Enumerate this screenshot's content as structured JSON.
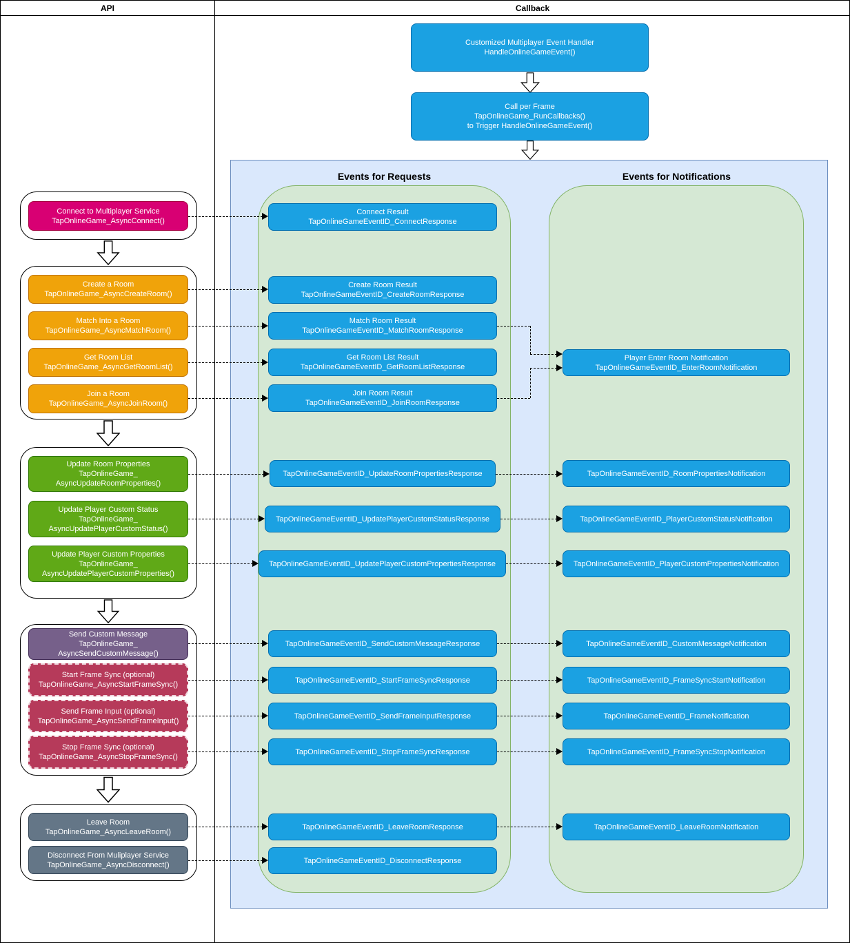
{
  "header": {
    "api_title": "API",
    "callback_title": "Callback"
  },
  "colors": {
    "node_blue": "#1BA1E2",
    "node_pink": "#D80073",
    "node_orange": "#F0A30A",
    "node_green": "#60A917",
    "node_purple": "#76608A",
    "node_crimson": "#B63A5A",
    "node_gray": "#647687",
    "panel_blue": "#DAE8FC",
    "panel_green": "#D5E8D4",
    "panel_blue_border": "#6C8EBF",
    "panel_green_border": "#82B366"
  },
  "callback": {
    "handler": {
      "lines": [
        "Customized Multiplayer Event Handler",
        "HandleOnlineGameEvent()"
      ]
    },
    "run_callbacks": {
      "lines": [
        "Call per Frame",
        "TapOnlineGame_RunCallbacks()",
        "to Trigger HandleOnlineGameEvent()"
      ]
    },
    "requests_title": "Events for Requests",
    "notifications_title": "Events for Notifications",
    "requests": [
      {
        "lines": [
          "Connect Result",
          "TapOnlineGameEventID_ConnectResponse"
        ]
      },
      {
        "lines": [
          "Create Room Result",
          "TapOnlineGameEventID_CreateRoomResponse"
        ]
      },
      {
        "lines": [
          "Match Room Result",
          "TapOnlineGameEventID_MatchRoomResponse"
        ]
      },
      {
        "lines": [
          "Get Room List Result",
          "TapOnlineGameEventID_GetRoomListResponse"
        ]
      },
      {
        "lines": [
          "Join Room Result",
          "TapOnlineGameEventID_JoinRoomResponse"
        ]
      },
      {
        "lines": [
          "TapOnlineGameEventID_UpdateRoomPropertiesResponse"
        ]
      },
      {
        "lines": [
          "TapOnlineGameEventID_UpdatePlayerCustomStatusResponse"
        ]
      },
      {
        "lines": [
          "TapOnlineGameEventID_UpdatePlayerCustomPropertiesResponse"
        ]
      },
      {
        "lines": [
          "TapOnlineGameEventID_SendCustomMessageResponse"
        ]
      },
      {
        "lines": [
          "TapOnlineGameEventID_StartFrameSyncResponse"
        ]
      },
      {
        "lines": [
          "TapOnlineGameEventID_SendFrameInputResponse"
        ]
      },
      {
        "lines": [
          "TapOnlineGameEventID_StopFrameSyncResponse"
        ]
      },
      {
        "lines": [
          "TapOnlineGameEventID_LeaveRoomResponse"
        ]
      },
      {
        "lines": [
          "TapOnlineGameEventID_DisconnectResponse"
        ]
      }
    ],
    "notifications": [
      {
        "lines": [
          "Player Enter Room Notification",
          "TapOnlineGameEventID_EnterRoomNotification"
        ]
      },
      {
        "lines": [
          "TapOnlineGameEventID_RoomPropertiesNotification"
        ]
      },
      {
        "lines": [
          "TapOnlineGameEventID_PlayerCustomStatusNotification"
        ]
      },
      {
        "lines": [
          "TapOnlineGameEventID_PlayerCustomPropertiesNotification"
        ]
      },
      {
        "lines": [
          "TapOnlineGameEventID_CustomMessageNotification"
        ]
      },
      {
        "lines": [
          "TapOnlineGameEventID_FrameSyncStartNotification"
        ]
      },
      {
        "lines": [
          "TapOnlineGameEventID_FrameNotification"
        ]
      },
      {
        "lines": [
          "TapOnlineGameEventID_FrameSyncStopNotification"
        ]
      },
      {
        "lines": [
          "TapOnlineGameEventID_LeaveRoomNotification"
        ]
      }
    ]
  },
  "api": {
    "groups": [
      {
        "boxes": [
          {
            "lines": [
              "Connect to Multiplayer Service",
              "TapOnlineGame_AsyncConnect()"
            ]
          }
        ]
      },
      {
        "boxes": [
          {
            "lines": [
              "Create a Room",
              "TapOnlineGame_AsyncCreateRoom()"
            ]
          },
          {
            "lines": [
              "Match Into a Room",
              "TapOnlineGame_AsyncMatchRoom()"
            ]
          },
          {
            "lines": [
              "Get Room List",
              "TapOnlineGame_AsyncGetRoomList()"
            ]
          },
          {
            "lines": [
              "Join a Room",
              "TapOnlineGame_AsyncJoinRoom()"
            ]
          }
        ]
      },
      {
        "boxes": [
          {
            "lines": [
              "Update Room Properties",
              "TapOnlineGame_",
              "AsyncUpdateRoomProperties()"
            ]
          },
          {
            "lines": [
              "Update Player Custom Status",
              "TapOnlineGame_",
              "AsyncUpdatePlayerCustomStatus()"
            ]
          },
          {
            "lines": [
              "Update Player Custom Properties",
              "TapOnlineGame_",
              "AsyncUpdatePlayerCustomProperties()"
            ]
          }
        ]
      },
      {
        "boxes": [
          {
            "lines": [
              "Send Custom Message",
              "TapOnlineGame_",
              "AsyncSendCustomMessage()"
            ]
          },
          {
            "lines": [
              "Start Frame Sync (optional)",
              "TapOnlineGame_AsyncStartFrameSync()"
            ]
          },
          {
            "lines": [
              "Send Frame Input (optional)",
              "TapOnlineGame_AsyncSendFrameInput()"
            ]
          },
          {
            "lines": [
              "Stop Frame Sync (optional)",
              "TapOnlineGame_AsyncStopFrameSync()"
            ]
          }
        ]
      },
      {
        "boxes": [
          {
            "lines": [
              "Leave Room",
              "TapOnlineGame_AsyncLeaveRoom()"
            ]
          },
          {
            "lines": [
              "Disconnect From Muliplayer Service",
              "TapOnlineGame_AsyncDisconnect()"
            ]
          }
        ]
      }
    ]
  }
}
